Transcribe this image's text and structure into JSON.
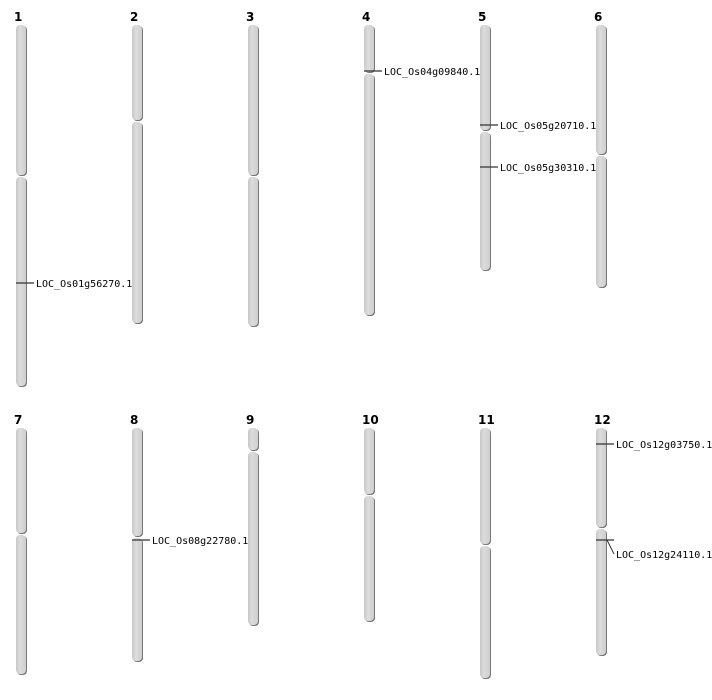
{
  "chromosomes": [
    {
      "label": "1",
      "markers": [
        {
          "gene": "LOC_Os01g56270.1"
        }
      ]
    },
    {
      "label": "2",
      "markers": []
    },
    {
      "label": "3",
      "markers": []
    },
    {
      "label": "4",
      "markers": [
        {
          "gene": "LOC_Os04g09840.1"
        }
      ]
    },
    {
      "label": "5",
      "markers": [
        {
          "gene": "LOC_Os05g20710.1"
        },
        {
          "gene": "LOC_Os05g30310.1"
        }
      ]
    },
    {
      "label": "6",
      "markers": []
    },
    {
      "label": "7",
      "markers": []
    },
    {
      "label": "8",
      "markers": [
        {
          "gene": "LOC_Os08g22780.1"
        }
      ]
    },
    {
      "label": "9",
      "markers": []
    },
    {
      "label": "10",
      "markers": []
    },
    {
      "label": "11",
      "markers": []
    },
    {
      "label": "12",
      "markers": [
        {
          "gene": "LOC_Os12g03750.1"
        },
        {
          "gene": "LOC_Os12g24110.1"
        }
      ]
    }
  ],
  "colors": {
    "chromosome": "#d4d4d4",
    "shadow": "#777777",
    "marker": "#333333"
  }
}
